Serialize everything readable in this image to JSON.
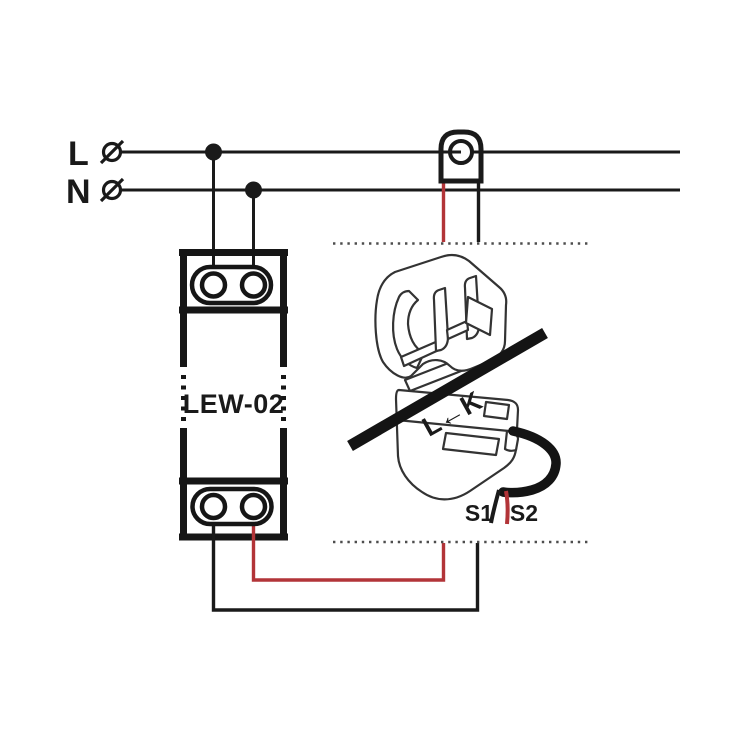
{
  "diagram": {
    "labels": {
      "line": "L",
      "neutral": "N",
      "device_model": "LEW-02",
      "ct_marking": "L←K",
      "secondary_1": "S1",
      "secondary_2": "S2"
    },
    "colors": {
      "wire_black": "#1a1a1a",
      "wire_red": "#b23438",
      "device_outline": "#161616",
      "clamp_outline": "#333333",
      "conductor_bar": "#141414",
      "boundary_dots": "#4d4d4d"
    }
  }
}
